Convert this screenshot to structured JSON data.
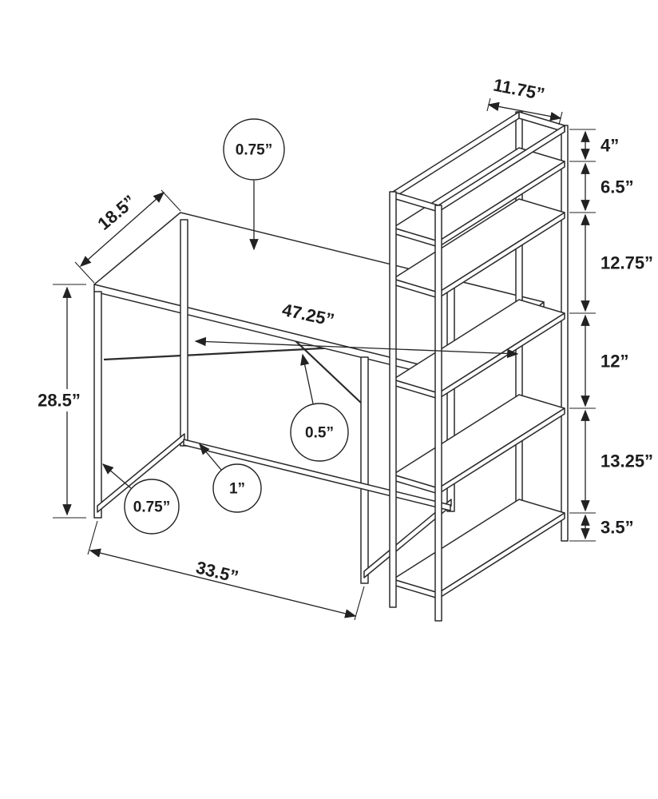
{
  "figure": {
    "type": "dimension-diagram",
    "subject": "computer desk with attached five-tier bookshelf",
    "callouts": {
      "desktop_thickness": "0.75”",
      "brace_thickness": "0.5”",
      "leg_width": "1”",
      "frame_tube": "0.75”"
    },
    "dimensions": {
      "depth": "18.5”",
      "shelf_width": "11.75”",
      "desk_height": "28.5”",
      "desk_length": "47.25”",
      "leg_span": "33.5”"
    },
    "shelf_gaps": [
      "4”",
      "6.5”",
      "12.75”",
      "12”",
      "13.25”",
      "3.5”"
    ]
  }
}
